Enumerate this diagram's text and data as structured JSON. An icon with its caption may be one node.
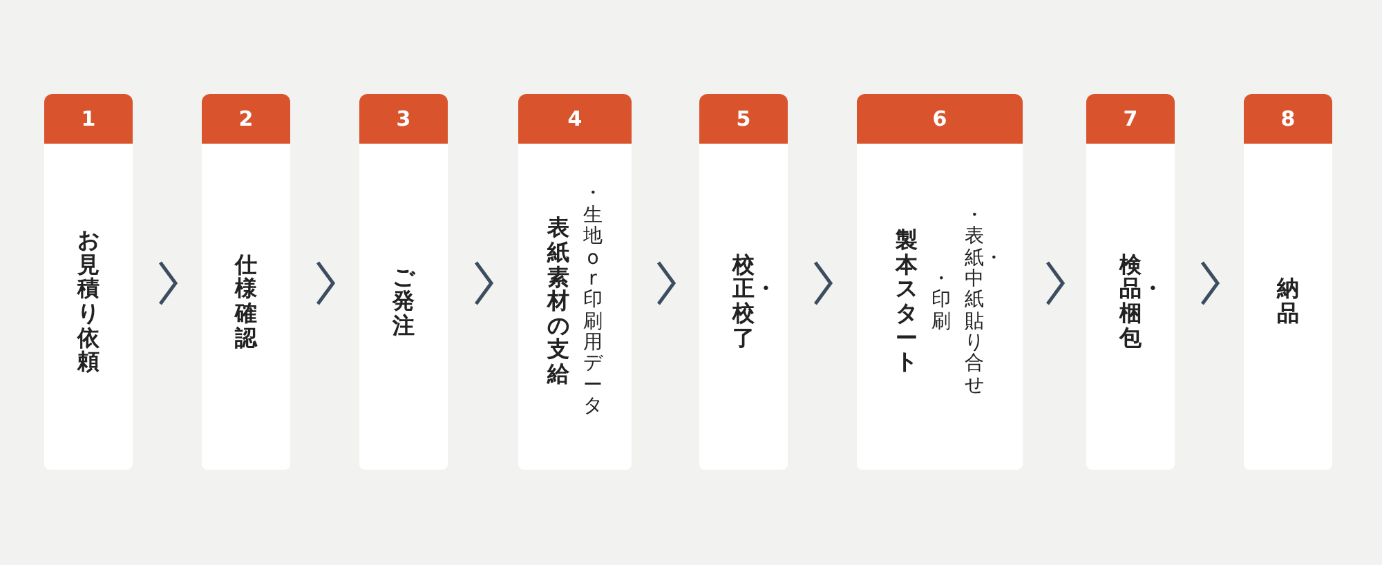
{
  "diagram": {
    "nodes": [
      {
        "text": [
          "1",
          "お見積り依頼"
        ]
      },
      {
        "text": [
          "2",
          "仕様確認"
        ]
      },
      {
        "text": [
          "3",
          "ご発注"
        ]
      },
      {
        "text": [
          "4",
          "表紙素材の支給",
          "・生地or印刷用データ"
        ]
      },
      {
        "text": [
          "5",
          "校正・校了"
        ]
      },
      {
        "text": [
          "6",
          "製本スタート",
          "・印刷",
          "・表紙・中紙貼り合せ"
        ]
      },
      {
        "text": [
          "7",
          "検品・梱包"
        ]
      },
      {
        "text": [
          "8",
          "納品"
        ]
      }
    ],
    "edges": [
      {
        "from": 0,
        "to": 1,
        "arrow": "to"
      },
      {
        "from": 1,
        "to": 2,
        "arrow": "to"
      },
      {
        "from": 2,
        "to": 3,
        "arrow": "to"
      },
      {
        "from": 3,
        "to": 4,
        "arrow": "to"
      },
      {
        "from": 4,
        "to": 5,
        "arrow": "to"
      },
      {
        "from": 5,
        "to": 6,
        "arrow": "to"
      },
      {
        "from": 6,
        "to": 7,
        "arrow": "to"
      }
    ]
  }
}
